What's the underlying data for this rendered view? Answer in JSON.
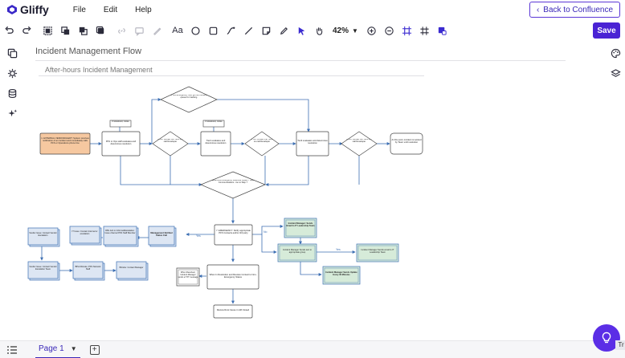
{
  "app": {
    "logo_text": "Gliffy",
    "menu": [
      "File",
      "Edit",
      "Help"
    ],
    "back_label": "Back to Confluence"
  },
  "toolbar": {
    "text_tool": "Aa",
    "zoom": "42%",
    "save_label": "Save",
    "icons": [
      "undo-icon",
      "redo-icon",
      "group-icon",
      "bring-forward-icon",
      "send-backward-icon",
      "arrange-icon",
      "link-icon",
      "comment-icon",
      "color-picker-icon",
      "text-icon",
      "ellipse-icon",
      "rectangle-icon",
      "connector-icon",
      "line-icon",
      "sticky-note-icon",
      "pen-icon",
      "pointer-icon",
      "hand-icon",
      "zoom-in-icon",
      "zoom-out-icon",
      "snap-grid-icon",
      "grid-icon",
      "theme-icon"
    ]
  },
  "left_rail": [
    "pages-icon",
    "shapes-icon",
    "data-icon",
    "ai-icon"
  ],
  "right_rail": [
    "palette-icon",
    "layers-icon"
  ],
  "canvas": {
    "document_title": "Incident Management Flow",
    "diagram_title": "After-hours Incident Management"
  },
  "diagram": {
    "nodes": {
      "start": "1. EXTERNAL VENDOR/ALERT: System receives notification of an incident and immediately calls PFS or Operations phone line",
      "pfs": "PFS or Ops staff evaluates and determines resolution",
      "pfs_tag": "If Resolved, Close",
      "d1": "If NO, contact the Tier2 on-call Developer",
      "tier2": "Tier2 evaluates and determines resolution",
      "tier2_tag": "If Resolved, Close",
      "d2": "If NO, contact the Tier3 on-call Developer",
      "tier3": "Tier3 evaluates and determines resolution",
      "d3": "If NO, contact the Tier4 on-call Developer",
      "endpoint": "At this point, incident is worked by Team until resolution",
      "top_diamond": "If non-emergency, then go into incident queue for tracking",
      "mid_diamond": "Determine emergency business impact - Start Communications - Go to Step 7",
      "emergency": "7. EMERGENCY: Notify appropriate PFS Contacts and/or 3rd party",
      "mgmt": "Management Notified Status Call",
      "dbl": "DBL Ack or Informal/Escalation: Issue channel PFS Staff Member",
      "itissue": "IT Issue: Contact Internal or escalation",
      "vendor": "Vendor Issue: Contact Vendor Escalation",
      "vendor2": "Vendor Issue: Contact Vendor Escalation Team",
      "ps": "BPL/Ultimate: PFS Network Staff",
      "bicube": "BiCube: Contact Manager",
      "mgr_email": "Incident Manager: Sends Email to IT Leadership Team",
      "mgr_group": "Incident Manager Sends text to appropriate group",
      "mgr_it": "Incident Manager Sends email to IT Leadership Team",
      "mgr_update": "Incident Manager Sends Update Every 30 Minutes",
      "tel": "When Resolved, Incident Manager sends a TXT message",
      "close_box": "When In Resolution and Resolve Contact to Non-Emergency Status",
      "review": "Review Root Cause in AM Closed"
    },
    "edge_labels": [
      "Yes",
      "No",
      "Yes"
    ]
  },
  "bottombar": {
    "page_label": "Page 1",
    "fab_label": "Tr"
  }
}
